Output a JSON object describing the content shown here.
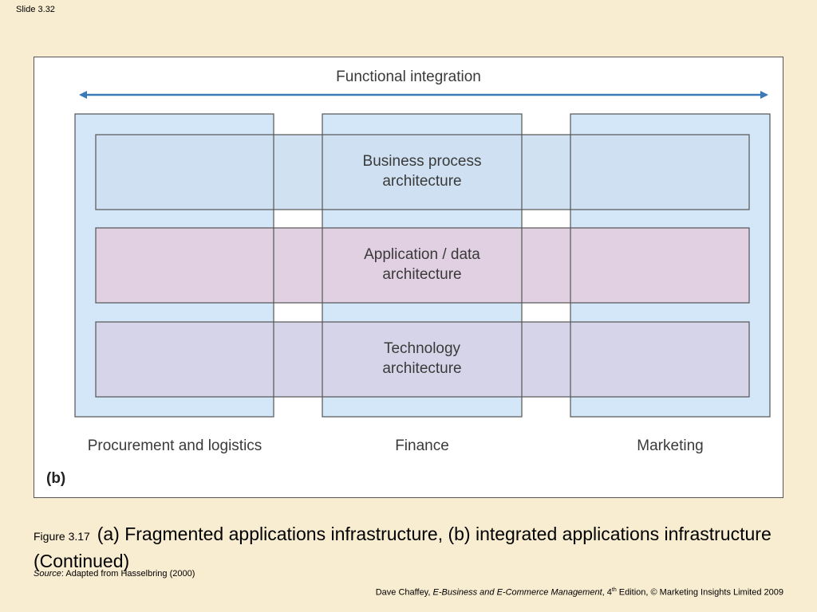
{
  "slide": {
    "number": "Slide 3.32"
  },
  "figure": {
    "axis_title": "Functional integration",
    "panel_tag": "(b)",
    "columns": [
      {
        "label": "Procurement and logistics"
      },
      {
        "label": "Finance"
      },
      {
        "label": "Marketing"
      }
    ],
    "rows": [
      {
        "label": "Business process\narchitecture",
        "color": "#cddff0"
      },
      {
        "label": "Application / data\narchitecture",
        "color": "#e0d0e2"
      },
      {
        "label": "Technology\narchitecture",
        "color": "#d6d4e8"
      }
    ],
    "column_color": "#d3e7f9",
    "arrow_color": "#3b7ab8"
  },
  "caption": {
    "label": "Figure 3.17",
    "text": "(a) Fragmented applications infrastructure, (b) integrated applications infrastructure (Continued)",
    "source_word": "Source",
    "source_text": ": Adapted from Hasselbring (2000)"
  },
  "footer": {
    "author": "Dave Chaffey, ",
    "book": "E-Business and E-Commerce Management",
    "edition_prefix": ", 4",
    "edition_sup": "th",
    "rest": " Edition, © Marketing Insights Limited 2009"
  }
}
